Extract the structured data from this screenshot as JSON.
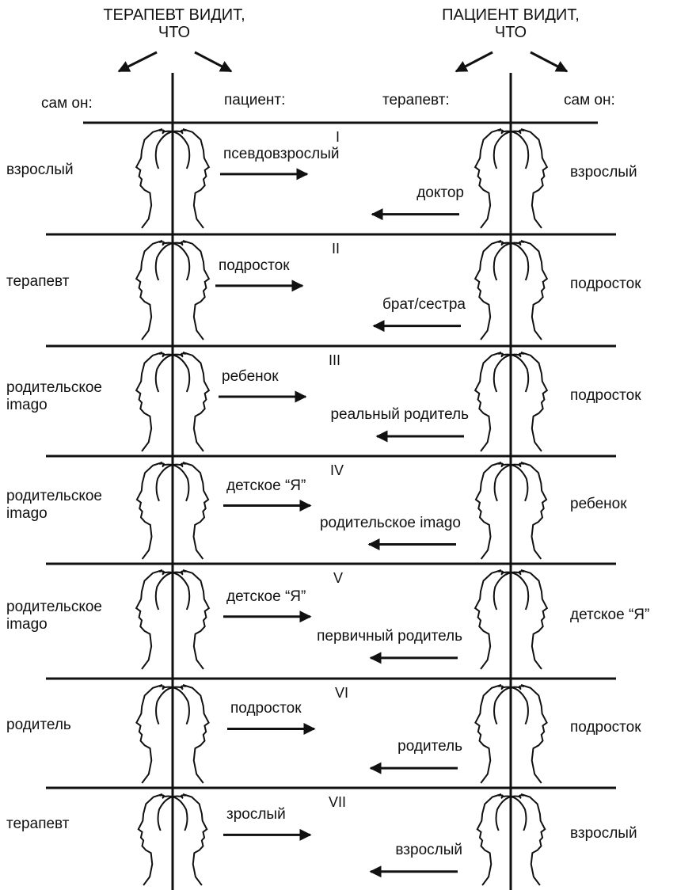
{
  "header": {
    "therapist_sees": "ТЕРАПЕВТ ВИДИТ,",
    "therapist_what": "ЧТО",
    "patient_sees": "ПАЦИЕНТ ВИДИТ,",
    "patient_what": "ЧТО"
  },
  "columns": {
    "therapist_self": "сам он:",
    "therapist_sees_patient": "пациент:",
    "patient_sees_therapist": "терапевт:",
    "patient_self": "сам он:"
  },
  "rows": [
    {
      "numeral": "I",
      "therapist_self": "взрослый",
      "patient_as_seen": "псевдовзрослый",
      "therapist_as_seen": "доктор",
      "patient_self": "взрослый"
    },
    {
      "numeral": "II",
      "therapist_self": "терапевт",
      "patient_as_seen": "подросток",
      "therapist_as_seen": "брат/сестра",
      "patient_self": "подросток"
    },
    {
      "numeral": "III",
      "therapist_self": "родительское imago",
      "patient_as_seen": "ребенок",
      "therapist_as_seen": "реальный родитель",
      "patient_self": "подросток"
    },
    {
      "numeral": "IV",
      "therapist_self": "родительское imago",
      "patient_as_seen": "детское “Я”",
      "therapist_as_seen": "родительское imago",
      "patient_self": "ребенок"
    },
    {
      "numeral": "V",
      "therapist_self": "родительское imago",
      "patient_as_seen": "детское “Я”",
      "therapist_as_seen": "первичный родитель",
      "patient_self": "детское “Я”"
    },
    {
      "numeral": "VI",
      "therapist_self": "родитель",
      "patient_as_seen": "подросток",
      "therapist_as_seen": "родитель",
      "patient_self": "подросток"
    },
    {
      "numeral": "VII",
      "therapist_self": "терапевт",
      "patient_as_seen": "зрослый",
      "therapist_as_seen": "взрослый",
      "patient_self": "взрослый"
    }
  ]
}
